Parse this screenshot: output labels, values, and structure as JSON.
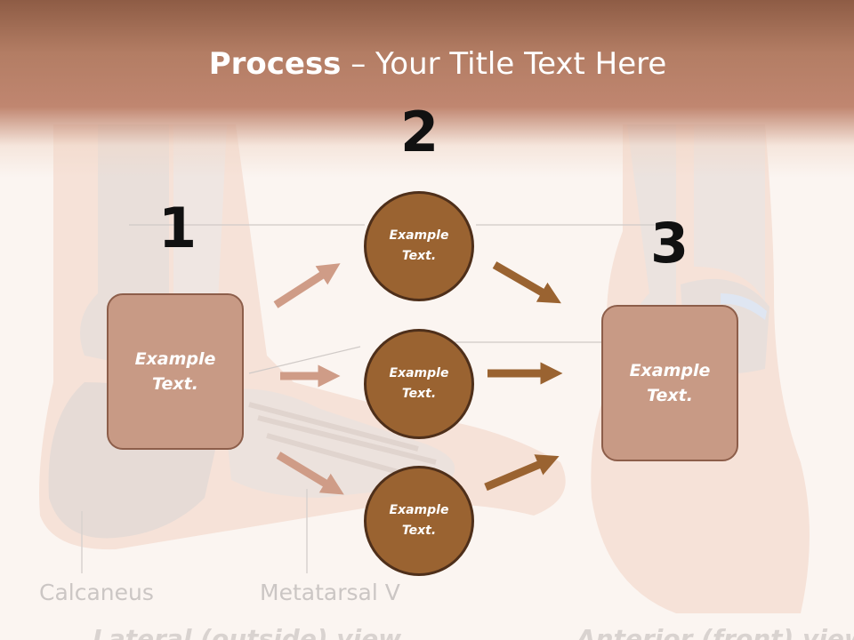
{
  "title": {
    "bold": "Process",
    "rest": " – Your Title Text Here"
  },
  "steps": [
    {
      "number": "1",
      "text": "Example Text."
    },
    {
      "number": "2"
    },
    {
      "number": "3",
      "text": "Example Text."
    }
  ],
  "circles": [
    {
      "text": "Example Text."
    },
    {
      "text": "Example Text."
    },
    {
      "text": "Example Text."
    }
  ],
  "labels": {
    "left1": "Calcaneus",
    "left2": "Metatarsal V"
  },
  "captions": {
    "left": "Lateral (outside) view",
    "right": "Anterior (front) view"
  },
  "colors": {
    "header": "#b37d64",
    "box": "#c89a85",
    "circle": "#9a6331",
    "arrow_light": "#cf9c87",
    "arrow_dark": "#9a6331"
  }
}
